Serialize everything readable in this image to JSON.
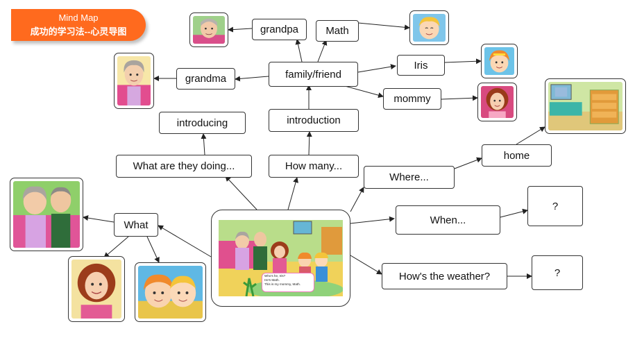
{
  "badge": {
    "title": "Mind Map",
    "subtitle": "成功的学习法--心灵导图",
    "color": "#ff6a1e"
  },
  "nodes": {
    "grandpa": "grandpa",
    "math": "Math",
    "grandma": "grandma",
    "family_friend": "family/friend",
    "iris": "Iris",
    "mommy": "mommy",
    "introducing": "introducing",
    "introduction": "introduction",
    "what_doing": "What are they doing...",
    "how_many": "How many...",
    "where": "Where...",
    "home": "home",
    "what": "What",
    "when": "When...",
    "q1": "?",
    "weather": "How's the weather?",
    "q2": "?"
  },
  "central": {
    "dialog": [
      "Who's he, Iris?",
      "He's Math.",
      "This is my mommy, Math."
    ]
  }
}
